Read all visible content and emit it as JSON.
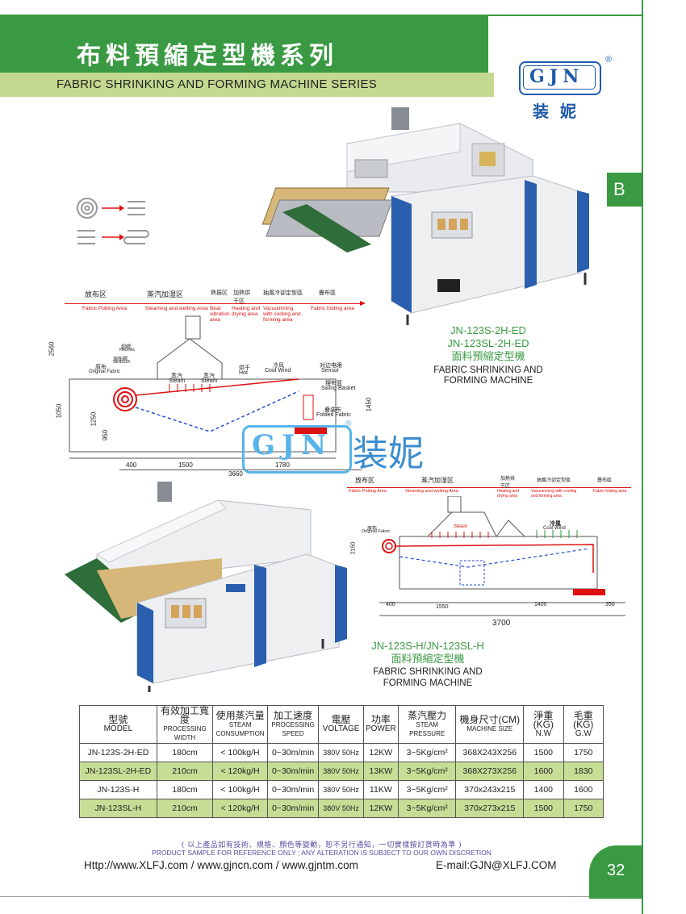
{
  "header": {
    "title_cn": "布料預縮定型機系列",
    "title_en": "FABRIC SHRINKING AND FORMING MACHINE SERIES",
    "section_tab": "B"
  },
  "logo": {
    "text": "GJN",
    "cn": "装妮",
    "registered": "®"
  },
  "watermark": {
    "text": "GJN",
    "cn": "装妮",
    "registered": "®"
  },
  "machine_top": {
    "model_line1": "JN-123S-2H-ED",
    "model_line2": "JN-123SL-2H-ED",
    "name_cn": "面料預縮定型機",
    "name_en_1": "FABRIC SHRINKING AND",
    "name_en_2": "FORMING MACHINE"
  },
  "machine_bottom": {
    "model_line1": "JN-123S-H/JN-123SL-H",
    "name_cn": "面料預縮定型機",
    "name_en_1": "FABRIC SHRINKING AND",
    "name_en_2": "FORMING MACHINE"
  },
  "diagram_top": {
    "zones_cn": [
      "放布区",
      "蒸汽加湿区",
      "熱振区",
      "加熱烘干区",
      "抽風冷卻定型區",
      "疊布區"
    ],
    "zones_en": [
      "Fabric Putting Area",
      "Steaming and wetting Area",
      "Beat vibration area",
      "Heating and drying area",
      "Vacuumming with cooling and forming area",
      "Fabric folding area"
    ],
    "labels": {
      "over_feed_cn": "超喂",
      "over_feed_en": "FEDING",
      "fabric_sensor_cn": "测布桿",
      "fabric_sensor_en": "SENSOR",
      "original_fabric_cn": "原布",
      "original_fabric_en": "Original Fabric",
      "steam1_cn": "蒸汽",
      "steam1_en": "Steam",
      "steam2_cn": "蒸汽",
      "steam2_en": "Steam",
      "hot_cn": "烘干",
      "hot_en": "Hot",
      "cool_cn": "冷风",
      "cool_en": "Cool Wind",
      "sensor_cn": "对边电眼",
      "sensor_en": "Sensor",
      "swing_cn": "摆布篮",
      "swing_en": "Swing Basket",
      "folded_cn": "叠装布",
      "folded_en": "Folded Fabric"
    },
    "dims": [
      "2560",
      "1050",
      "1250",
      "950",
      "1450",
      "400",
      "1500",
      "1780",
      "3660"
    ]
  },
  "diagram_bottom": {
    "zones_cn": [
      "放布区",
      "蒸汽加湿区",
      "加熱烘干区",
      "抽風冷卻定型區",
      "疊布區"
    ],
    "zones_en": [
      "Fabric Putting Area",
      "Steaming and wetting Area",
      "Heating and drying area",
      "Vacuumming with cooling and forming area",
      "Fabric folding area"
    ],
    "labels": {
      "original_cn": "原布",
      "original_en": "Original Fabric",
      "steam_en": "Steam",
      "cool_cn": "冷風",
      "cool_en": "Cool Wind"
    },
    "dims": [
      "2150",
      "400",
      "1550",
      "1400",
      "350",
      "3700"
    ]
  },
  "table": {
    "headers": [
      {
        "cn": "型號",
        "en": "MODEL"
      },
      {
        "cn": "有效加工寬度",
        "en": "PROCESSING WIDTH"
      },
      {
        "cn": "使用蒸汽量",
        "en": "STEAM CONSUMPTION"
      },
      {
        "cn": "加工速度",
        "en": "PROCESSING SPEED"
      },
      {
        "cn": "電壓",
        "en": "VOLTAGE"
      },
      {
        "cn": "功率",
        "en": "POWER"
      },
      {
        "cn": "蒸汽壓力",
        "en": "STEAM PRESSURE"
      },
      {
        "cn": "機身尺寸(CM)",
        "en": "MACHINE SIZE"
      },
      {
        "cn": "淨重(KG)",
        "en": "N.W"
      },
      {
        "cn": "毛重(KG)",
        "en": "G.W"
      }
    ],
    "rows": [
      [
        "JN-123S-2H-ED",
        "180cm",
        "< 100kg/H",
        "0~30m/min",
        "380V 50Hz",
        "12KW",
        "3~5Kg/cm²",
        "368X243X256",
        "1500",
        "1750"
      ],
      [
        "JN-123SL-2H-ED",
        "210cm",
        "< 120kg/H",
        "0~30m/min",
        "380V 50Hz",
        "13KW",
        "3~5Kg/cm²",
        "368X273X256",
        "1600",
        "1830"
      ],
      [
        "JN-123S-H",
        "180cm",
        "< 100kg/H",
        "0~30m/min",
        "380V 50Hz",
        "11KW",
        "3~5Kg/cm²",
        "370x243x215",
        "1400",
        "1600"
      ],
      [
        "JN-123SL-H",
        "210cm",
        "< 120kg/H",
        "0~30m/min",
        "380V 50Hz",
        "12KW",
        "3~5Kg/cm²",
        "370x273x215",
        "1500",
        "1750"
      ]
    ]
  },
  "footer": {
    "note_cn": "( 以上產品如有技術、規格、顏色等變動，恕不另行通知，一切實樣按訂貨時為準 )",
    "note_en": "PRODUCT SAMPLE FOR REFERENCE ONLY ; ANY ALTERATION IS SUBJECT TO OUR OWN DISCRETION",
    "urls": "Http://www.XLFJ.com / www.gjncn.com  / www.gjntm.com",
    "email": "E-mail:GJN@XLFJ.COM",
    "page_number": "32"
  },
  "colors": {
    "brand_green": "#3a9a43",
    "band_green": "#c3d98f",
    "logo_blue": "#1d5aa8",
    "machine_blue": "#2a5fb0"
  }
}
